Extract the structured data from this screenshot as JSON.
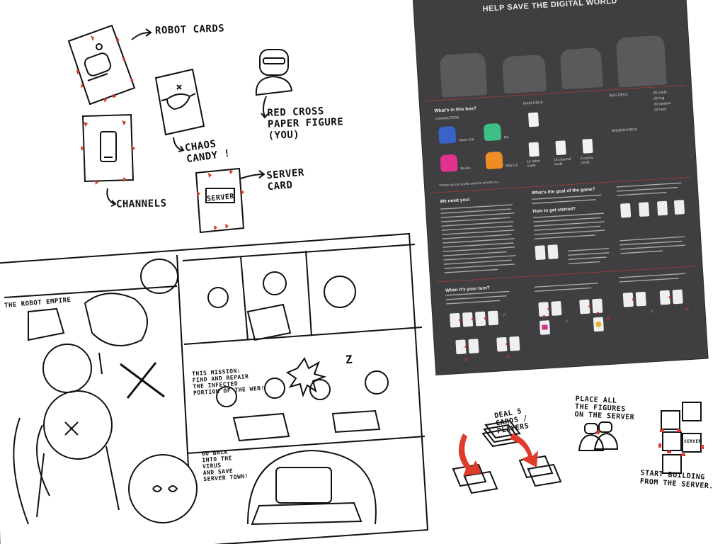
{
  "sketch": {
    "robot_cards": "ROBOT CARDS",
    "chaos_candy": "CHAOS\nCANDY !",
    "red_cross_figure": "RED CROSS\nPAPER FIGURE\n(YOU)",
    "channels": "CHANNELS",
    "server_card": "SERVER\nCARD",
    "server_card_inner": "SERVER",
    "deal": "DEAL 5\nCARDS /\nPLAYERS",
    "place_figures": "PLACE ALL\nTHE FIGURES\nON THE SERVER",
    "start_building": "START BUILDING\nFROM THE SERVER.",
    "server_tile": "SERVER"
  },
  "rules_sheet": {
    "title": "HELP SAVE THE DIGITAL WORLD",
    "whats_in_box": "What's in this box?",
    "characters": "CHARACTERS",
    "char_names": [
      "Nano-Cat",
      "Ra",
      "Bo-Bo",
      "Micro-Z"
    ],
    "main_deck": "MAIN DECK",
    "bug_deck": "BUG DECK",
    "mission_deck": "MISSION DECK",
    "main_deck_counts": [
      "15 robot cards",
      "15 channel cards",
      "6 candy cards"
    ],
    "bug_deck_counts": [
      "40 cards",
      "20 bug",
      "20 random",
      "20 hard"
    ],
    "we_need_you": "We need you!",
    "goal": "What's the goal of the game?",
    "get_started": "How to get started?",
    "your_turn": "When it's your turn?",
    "checkout": "*Check out our profile and join as kinks to..."
  },
  "comic": {
    "caption_1": "THE ROBOT EMPIRE",
    "caption_2": "THIS MISSION:\nFIND AND REPAIR\nTHE INFECTED\nPORTION OF THE WEB!",
    "caption_3": "GO BACK\nINTO THE\nVIRUS\nAND SAVE\nSERVER TOWN!",
    "sfx": "Z"
  },
  "colors": {
    "sheet_bg": "#3f3f41",
    "accent_red": "#e03a2a",
    "char_blue": "#3a63c9",
    "char_green": "#3fbf86",
    "char_pink": "#e0328e",
    "char_orange": "#ef8d24"
  }
}
